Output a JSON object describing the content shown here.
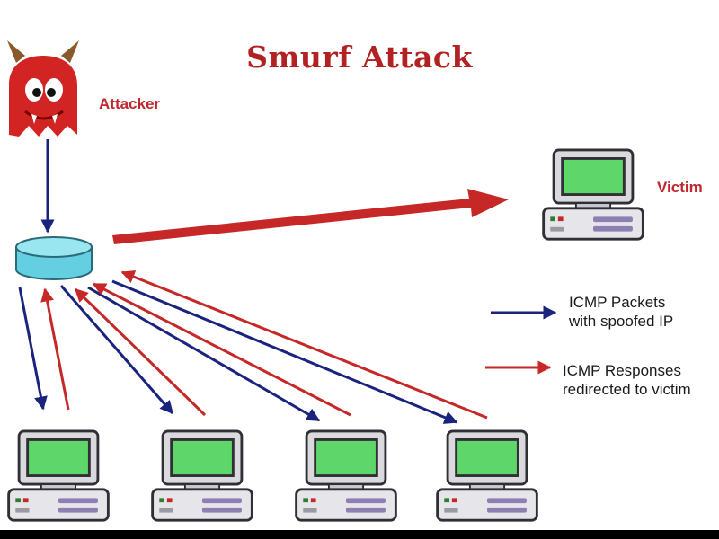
{
  "title": "Smurf Attack",
  "labels": {
    "attacker": "Attacker",
    "victim": "Victim"
  },
  "legend": {
    "packets_line1": "ICMP Packets",
    "packets_line2": "with spoofed IP",
    "responses_line1": "ICMP Responses",
    "responses_line2": "redirected to victim"
  },
  "colors": {
    "title": "#b22222",
    "label": "#c0282d",
    "blue_arrow": "#1a237e",
    "red_arrow": "#c62828",
    "router": "#7fdbe8",
    "screen": "#5ed66a",
    "computer_body": "#e6e6ea"
  },
  "icons": {
    "attacker": "red-devil-icon",
    "router": "network-router-icon",
    "computer": "computer-icon"
  }
}
